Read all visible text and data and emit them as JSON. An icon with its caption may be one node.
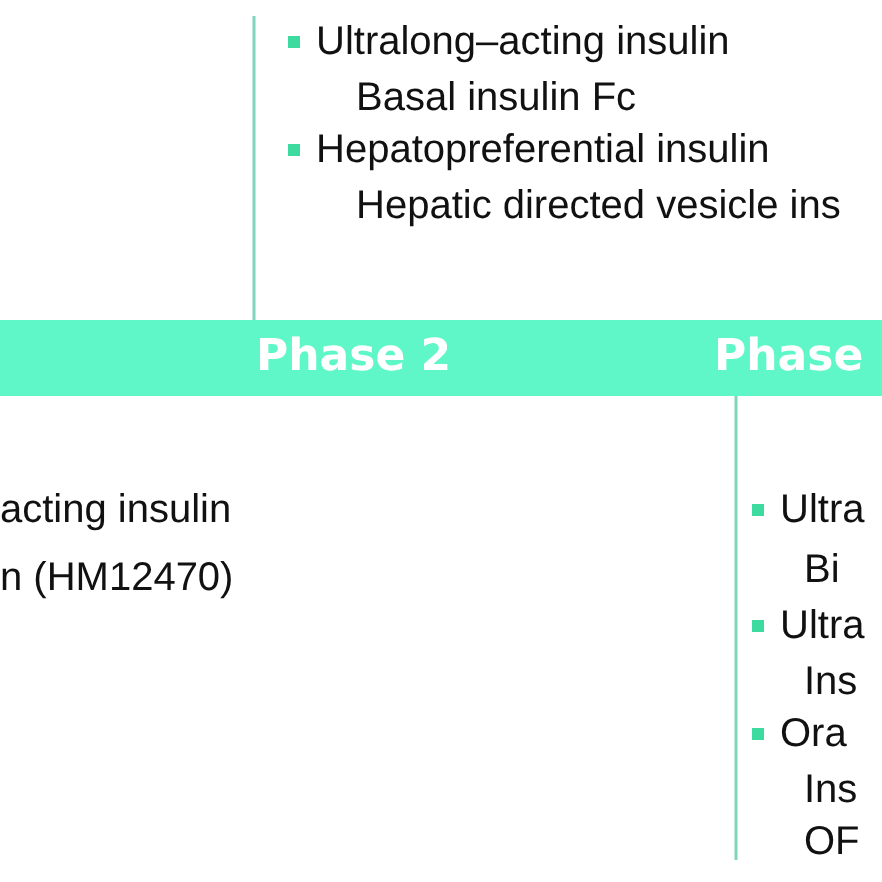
{
  "diagram": {
    "nodes": [
      {
        "text": [
          "Phase 2",
          "Phase"
        ]
      },
      {
        "text": [
          "Ultralong–acting insulin",
          "Basal insulin Fc",
          "Hepatopreferential insulin",
          "Hepatic directed vesicle ins"
        ]
      },
      {
        "text": [
          "acting insulin",
          "n (HM12470)"
        ]
      },
      {
        "text": [
          "Ultra",
          "Bi",
          "Ultra",
          "Ins",
          "Ora",
          "Ins",
          "OF"
        ]
      }
    ],
    "edges": [
      {
        "from": 1,
        "to": 0,
        "arrow": "none"
      },
      {
        "from": 3,
        "to": 0,
        "arrow": "none"
      }
    ]
  }
}
